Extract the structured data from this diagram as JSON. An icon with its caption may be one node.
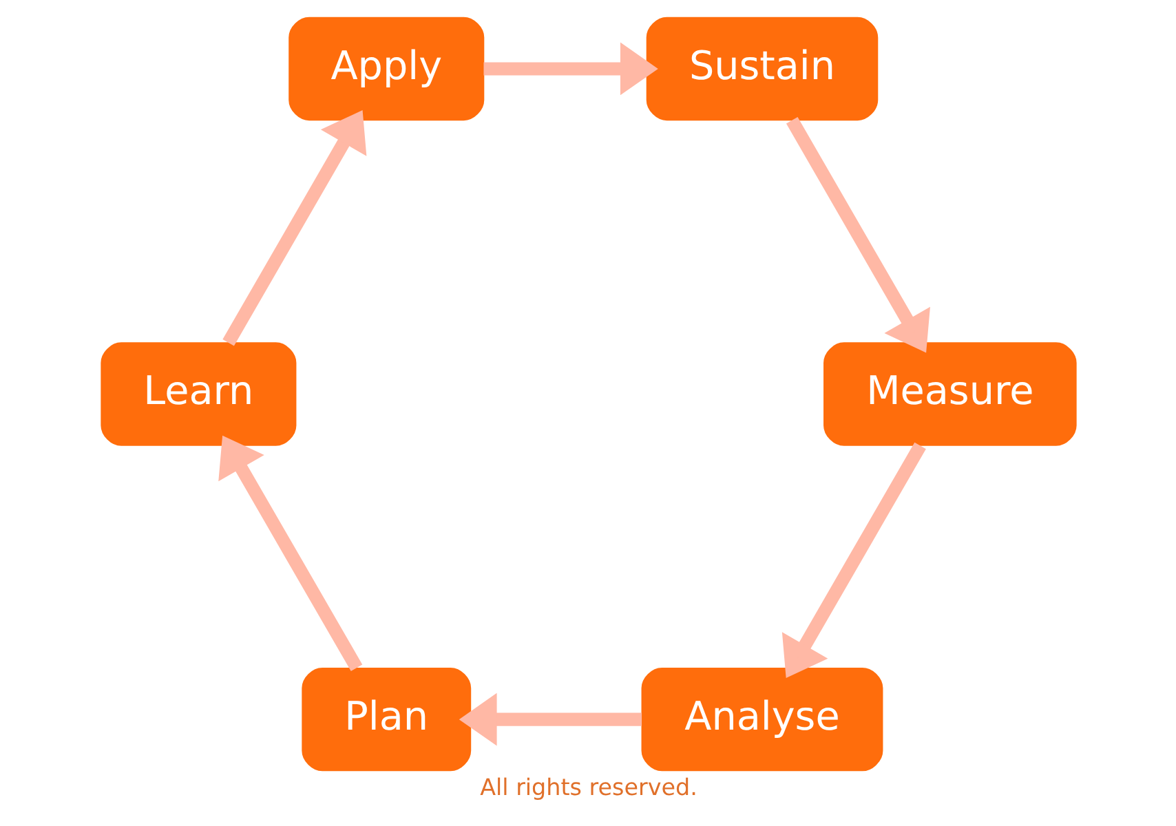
{
  "diagram": {
    "caption": "All rights reserved.",
    "nodes": [
      {
        "text": [
          "Analyse"
        ]
      },
      {
        "text": [
          "Plan"
        ]
      },
      {
        "text": [
          "Learn"
        ]
      },
      {
        "text": [
          "Apply"
        ]
      },
      {
        "text": [
          "Sustain"
        ]
      },
      {
        "text": [
          "Measure"
        ]
      }
    ],
    "edges": [
      {
        "from": 0,
        "to": 1,
        "arrow": "to"
      },
      {
        "from": 1,
        "to": 2,
        "arrow": "to"
      },
      {
        "from": 2,
        "to": 3,
        "arrow": "to"
      },
      {
        "from": 3,
        "to": 4,
        "arrow": "to"
      },
      {
        "from": 4,
        "to": 5,
        "arrow": "to"
      },
      {
        "from": 5,
        "to": 0,
        "arrow": "to"
      }
    ]
  }
}
